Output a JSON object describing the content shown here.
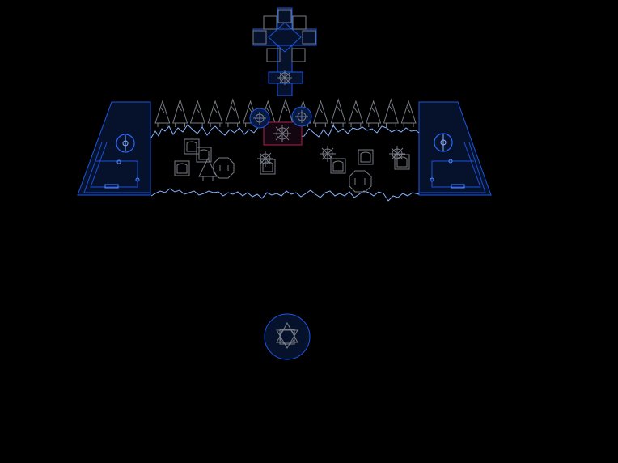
{
  "scene": {
    "background_color": "#000000",
    "accent_color": "#1c56e0",
    "dark_fill_color": "#06122c",
    "wave_color": "#86b4ff",
    "object_color": "#777c86",
    "highlight_color": "#b0204a"
  },
  "map": {
    "top_structure": {
      "icon": "cross-shaped-tower"
    },
    "arena": {
      "left_base_icon": "blue-trapezoid-base",
      "right_base_icon": "blue-trapezoid-base",
      "spike_row_icon": "triangle-spike",
      "spike_count": 15,
      "highlight_tile_icon": "crimson-spawn-tile"
    },
    "bottom_emblem": {
      "icon": "circular-portal-emblem"
    }
  }
}
